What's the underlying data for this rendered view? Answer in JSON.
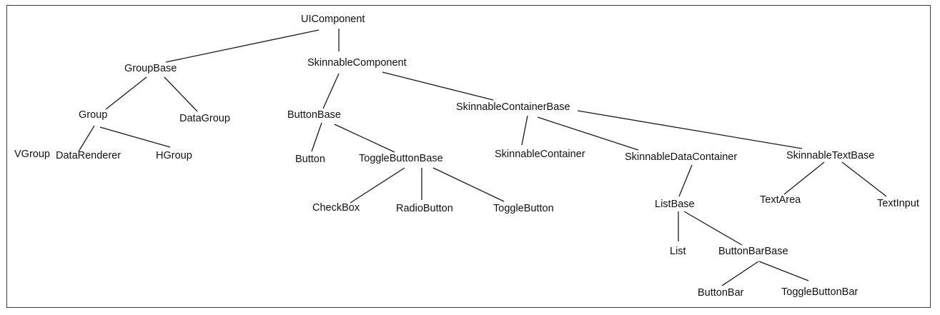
{
  "diagram": {
    "line_color": "#1a1a1a",
    "nodes": {
      "uicomponent": "UIComponent",
      "groupbase": "GroupBase",
      "skinnablecomponent": "SkinnableComponent",
      "group": "Group",
      "datagroup": "DataGroup",
      "vgroup": "VGroup",
      "datarenderer": "DataRenderer",
      "hgroup": "HGroup",
      "buttonbase": "ButtonBase",
      "button": "Button",
      "togglebuttonbase": "ToggleButtonBase",
      "checkbox": "CheckBox",
      "radiobutton": "RadioButton",
      "togglebutton": "ToggleButton",
      "skinnablecontainerbase": "SkinnableContainerBase",
      "skinnablecontainer": "SkinnableContainer",
      "skinnabledatacontainer": "SkinnableDataContainer",
      "skinnabletextbase": "SkinnableTextBase",
      "listbase": "ListBase",
      "list": "List",
      "buttonbarbase": "ButtonBarBase",
      "buttonbar": "ButtonBar",
      "togglebuttonbar": "ToggleButtonBar",
      "textarea": "TextArea",
      "textinput": "TextInput"
    }
  }
}
